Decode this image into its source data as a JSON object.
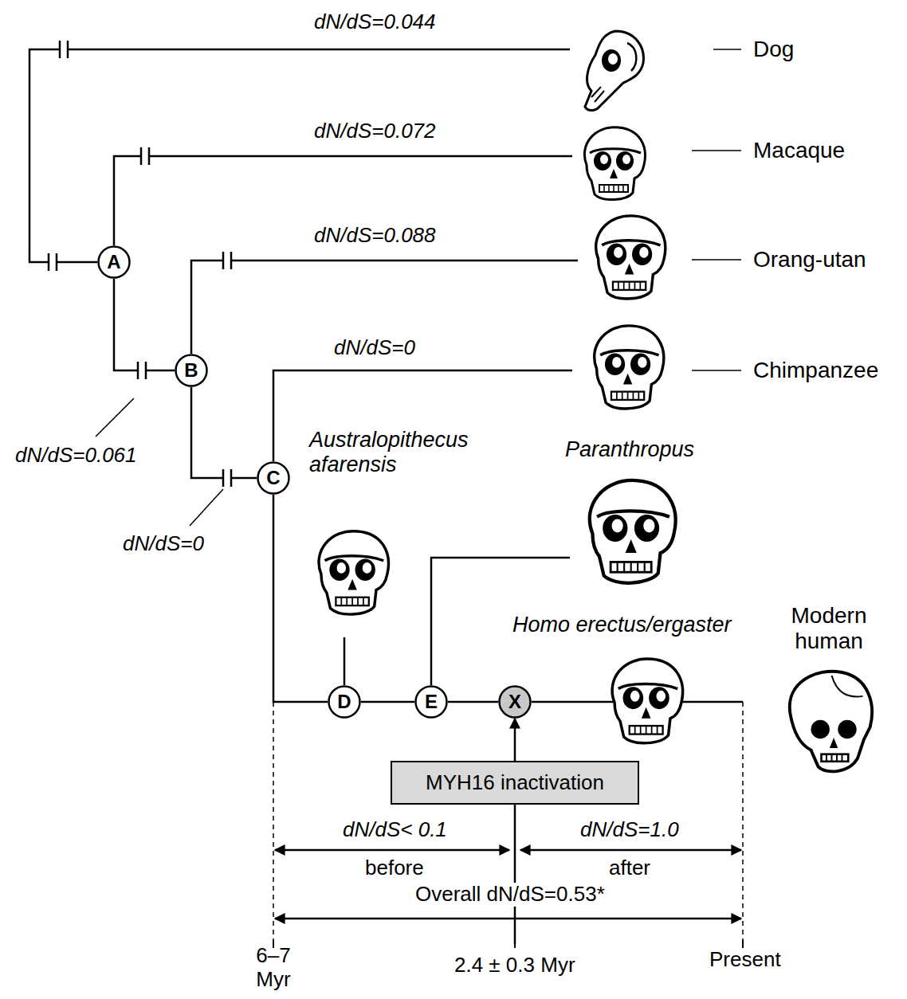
{
  "diagram": {
    "nodes": [
      {
        "text": [
          "A"
        ]
      },
      {
        "text": [
          "B"
        ]
      },
      {
        "text": [
          "C"
        ]
      },
      {
        "text": [
          "D"
        ]
      },
      {
        "text": [
          "E"
        ]
      },
      {
        "text": [
          "X"
        ]
      },
      {
        "text": [
          "MYH16 inactivation"
        ]
      }
    ],
    "edges": [
      {
        "from": 0,
        "to": 1,
        "arrow": "none"
      },
      {
        "from": 1,
        "to": 2,
        "arrow": "none"
      },
      {
        "from": 2,
        "to": 3,
        "arrow": "none"
      },
      {
        "from": 3,
        "to": 4,
        "arrow": "none"
      },
      {
        "from": 4,
        "to": 5,
        "arrow": "none"
      },
      {
        "from": 6,
        "to": 5,
        "arrow": "to"
      }
    ],
    "labels": [
      "dN/dS=0.044",
      "Dog",
      "dN/dS=0.072",
      "Macaque",
      "dN/dS=0.088",
      "Orang-utan",
      "dN/dS=0",
      "Chimpanzee",
      "dN/dS=0.061",
      "Australopithecus afarensis",
      "dN/dS=0",
      "Paranthropus",
      "Homo erectus/ergaster",
      "Modern human",
      "dN/dS< 0.1",
      "before",
      "dN/dS=1.0",
      "after",
      "Overall dN/dS=0.53*",
      "6–7 Myr",
      "2.4 ± 0.3 Myr",
      "Present"
    ]
  }
}
